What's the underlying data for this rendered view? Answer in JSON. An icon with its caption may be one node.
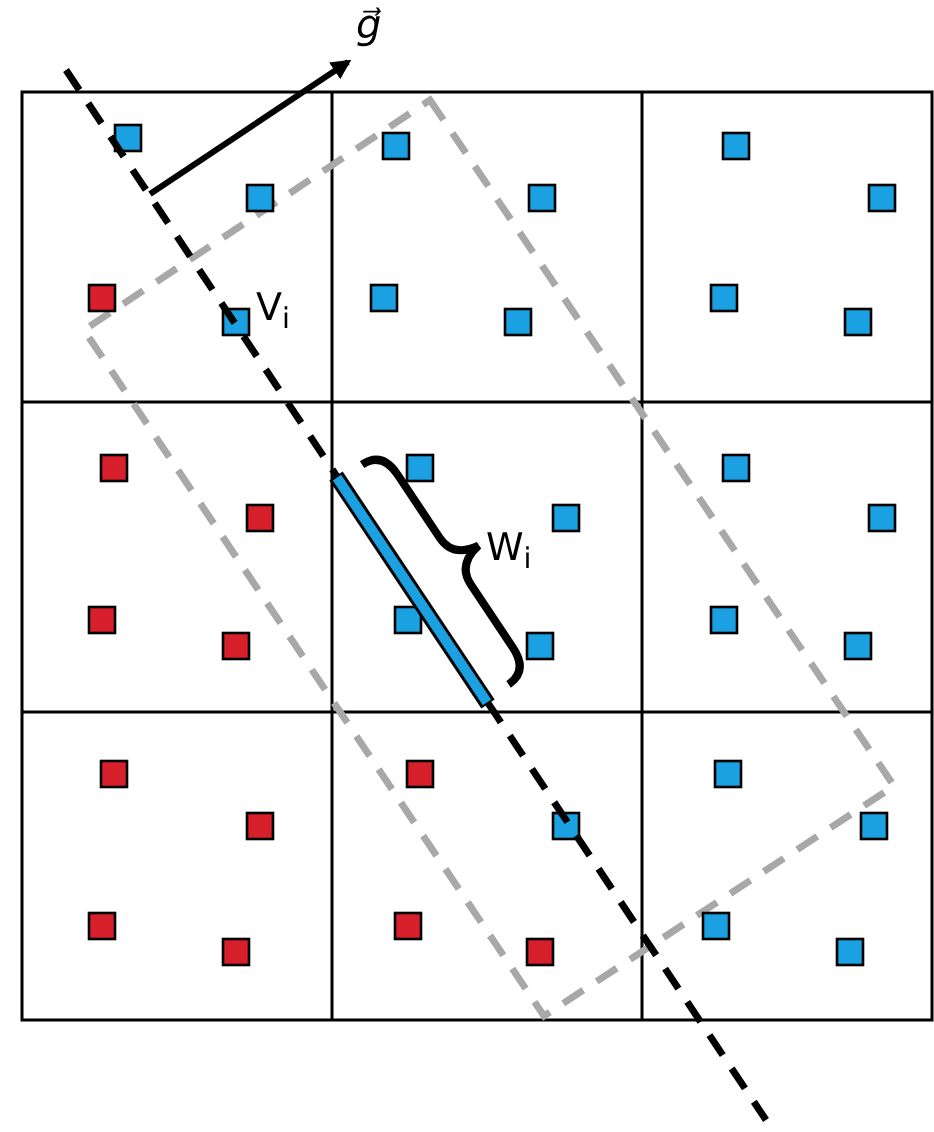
{
  "diagram": {
    "labels": [
      "g⃗",
      "V$_{i}$",
      "W$_{i}$"
    ]
  }
}
